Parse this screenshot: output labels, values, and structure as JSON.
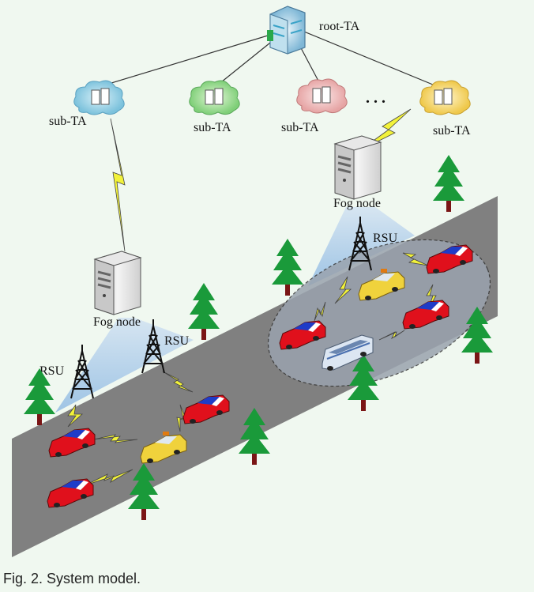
{
  "diagram": {
    "root_label": "root-TA",
    "sub_ta_label": "sub-TA",
    "fog_node_label": "Fog node",
    "rsu_label": "RSU",
    "ellipsis": ". . ."
  },
  "caption": "Fig. 2. System model.",
  "colors": {
    "background": "#f0f8f0",
    "road": "#808080",
    "car_body": "#e0101c",
    "car_roof": "#1e3cc8",
    "taxi": "#f0d23c",
    "tree": "#1a9a3a",
    "link": "#f2f23a",
    "coverage": "#9cc4e8"
  }
}
